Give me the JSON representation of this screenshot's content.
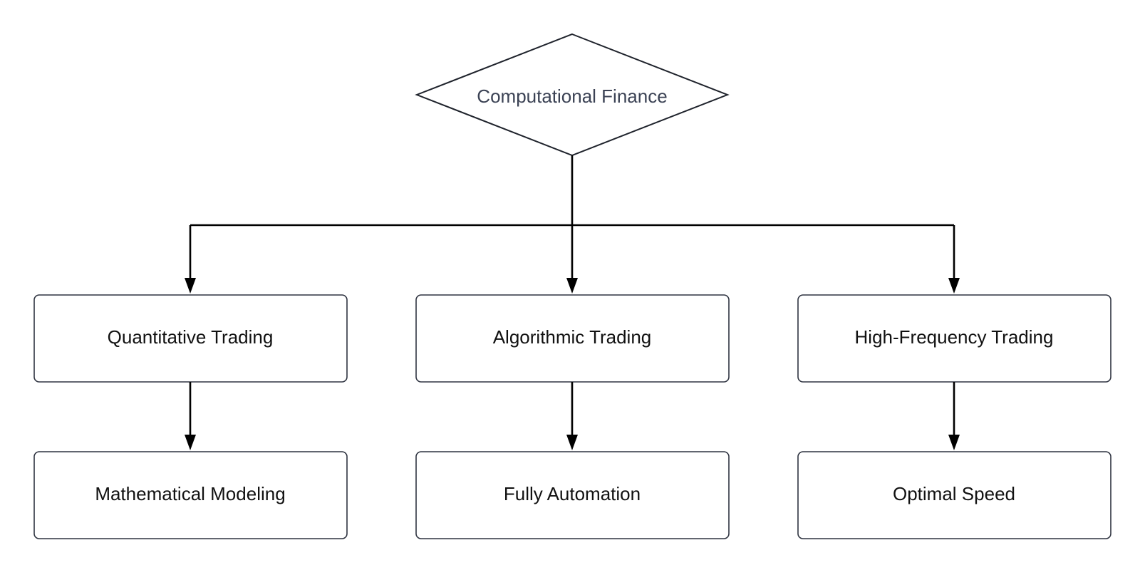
{
  "diagram": {
    "root": {
      "label": "Computational Finance"
    },
    "branches": [
      {
        "label": "Quantitative Trading",
        "child": "Mathematical Modeling"
      },
      {
        "label": "Algorithmic Trading",
        "child": "Fully Automation"
      },
      {
        "label": "High-Frequency Trading",
        "child": "Optimal Speed"
      }
    ]
  }
}
